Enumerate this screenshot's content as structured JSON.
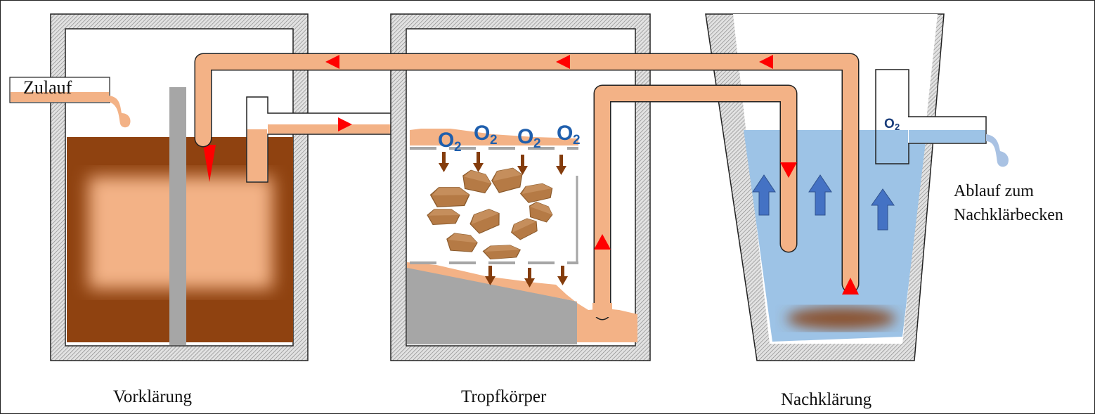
{
  "diagram": {
    "title": "Tropfkörper-Kläranlage",
    "stages": [
      {
        "id": "vorklaerung",
        "label": "Vorklärung"
      },
      {
        "id": "tropfkoerper",
        "label": "Tropfkörper"
      },
      {
        "id": "nachklaerung",
        "label": "Nachklärung"
      }
    ],
    "inlet": {
      "label": "Zulauf"
    },
    "outlet": {
      "label_line1": "Ablauf zum",
      "label_line2": "Nachklärbecken"
    },
    "oxygen": {
      "symbol": "O",
      "subscript": "2",
      "count_tropfkoerper": 4
    },
    "colors": {
      "wastewater": "#f3b286",
      "sludge": "#8f4210",
      "clear_water": "#9dc3e6",
      "flow_arrow": "#ff0000",
      "drip_arrow": "#843c0c",
      "upflow_arrow": "#4472c4",
      "oxygen_text": "#1f5fad",
      "stone": "#b9804a",
      "wall": "#c8c8c8"
    }
  }
}
